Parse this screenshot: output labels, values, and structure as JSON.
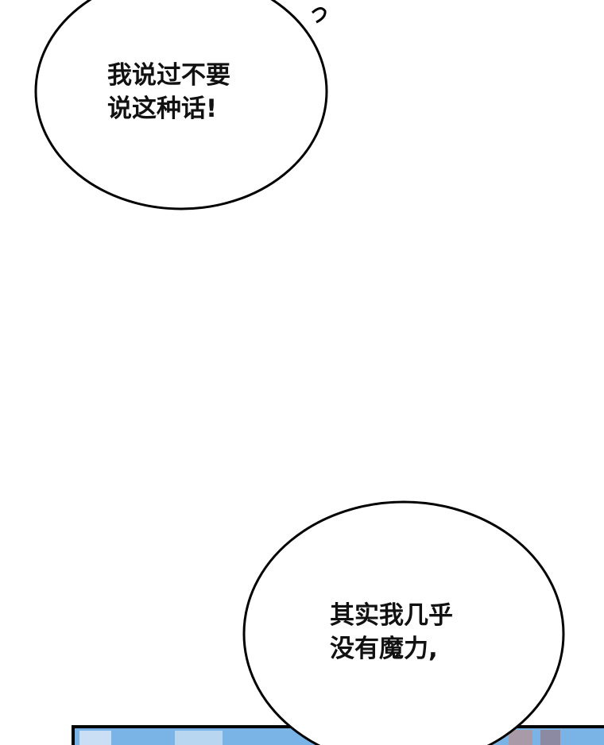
{
  "bubbles": [
    {
      "lines": [
        "我说过不要",
        "说这种话!"
      ]
    },
    {
      "lines": [
        "其实我几乎",
        "没有魔力,"
      ]
    }
  ],
  "colors": {
    "sky": "#7ab4e6",
    "ink": "#000000"
  }
}
